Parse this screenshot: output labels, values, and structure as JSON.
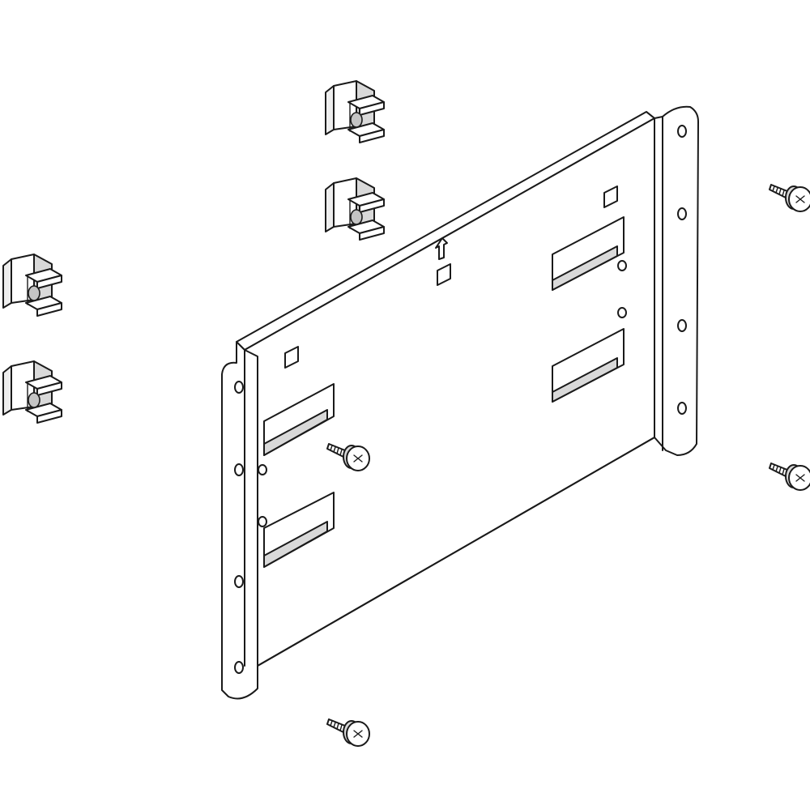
{
  "drawing": {
    "colors": {
      "line": "#1a1a1a",
      "shade": "#d9d9d9",
      "shade_dark": "#c4c4c4",
      "paper": "#ffffff"
    },
    "parts": {
      "mounting_plate": {
        "count": 1,
        "icon": "mounting-plate-icon"
      },
      "cage_nut": {
        "count": 4,
        "icon": "cage-nut-icon"
      },
      "screw": {
        "count": 4,
        "icon": "screw-icon"
      },
      "orientation_arrow": {
        "icon": "up-arrow-icon"
      }
    }
  }
}
